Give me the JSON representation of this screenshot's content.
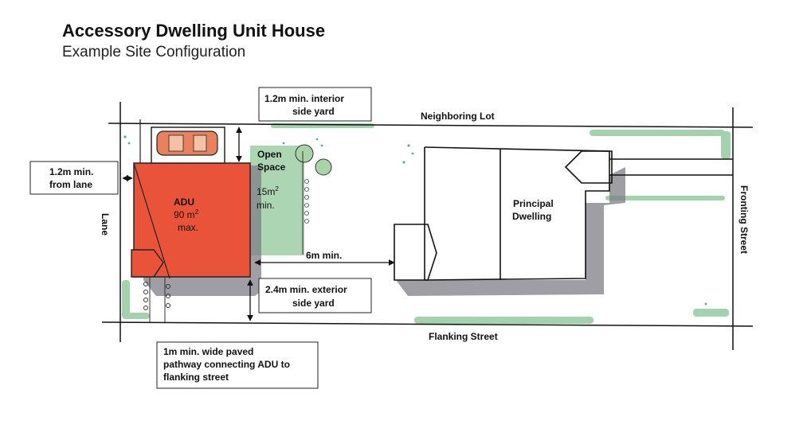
{
  "title": "Accessory Dwelling Unit House",
  "subtitle": "Example Site Configuration",
  "labels": {
    "neighboring_lot": "Neighboring Lot",
    "flanking_street": "Flanking Street",
    "fronting_street": "Fronting  Street",
    "lane": "Lane",
    "principal_dwelling_1": "Principal",
    "principal_dwelling_2": "Dwelling",
    "adu": "ADU",
    "adu_area_1": "90 m",
    "adu_area_sup": "2",
    "adu_area_2": "max.",
    "open_space_1": "Open",
    "open_space_2": "Space",
    "open_space_area_1": "15m",
    "open_space_area_sup": "2",
    "open_space_area_2": "min.",
    "separation": "6m min."
  },
  "callouts": {
    "interior_side_yard_1": "1.2m min. interior",
    "interior_side_yard_2": "side yard",
    "from_lane_1": "1.2m min.",
    "from_lane_2": "from lane",
    "exterior_side_yard_1": "2.4m min. exterior",
    "exterior_side_yard_2": "side yard",
    "pathway_1": "1m min. wide paved",
    "pathway_2": "pathway connecting ADU to",
    "pathway_3": "flanking street"
  },
  "colors": {
    "adu_fill": "#e8533a",
    "shadow": "#7d7d85",
    "green": "#8fc79a",
    "line": "#111111"
  }
}
